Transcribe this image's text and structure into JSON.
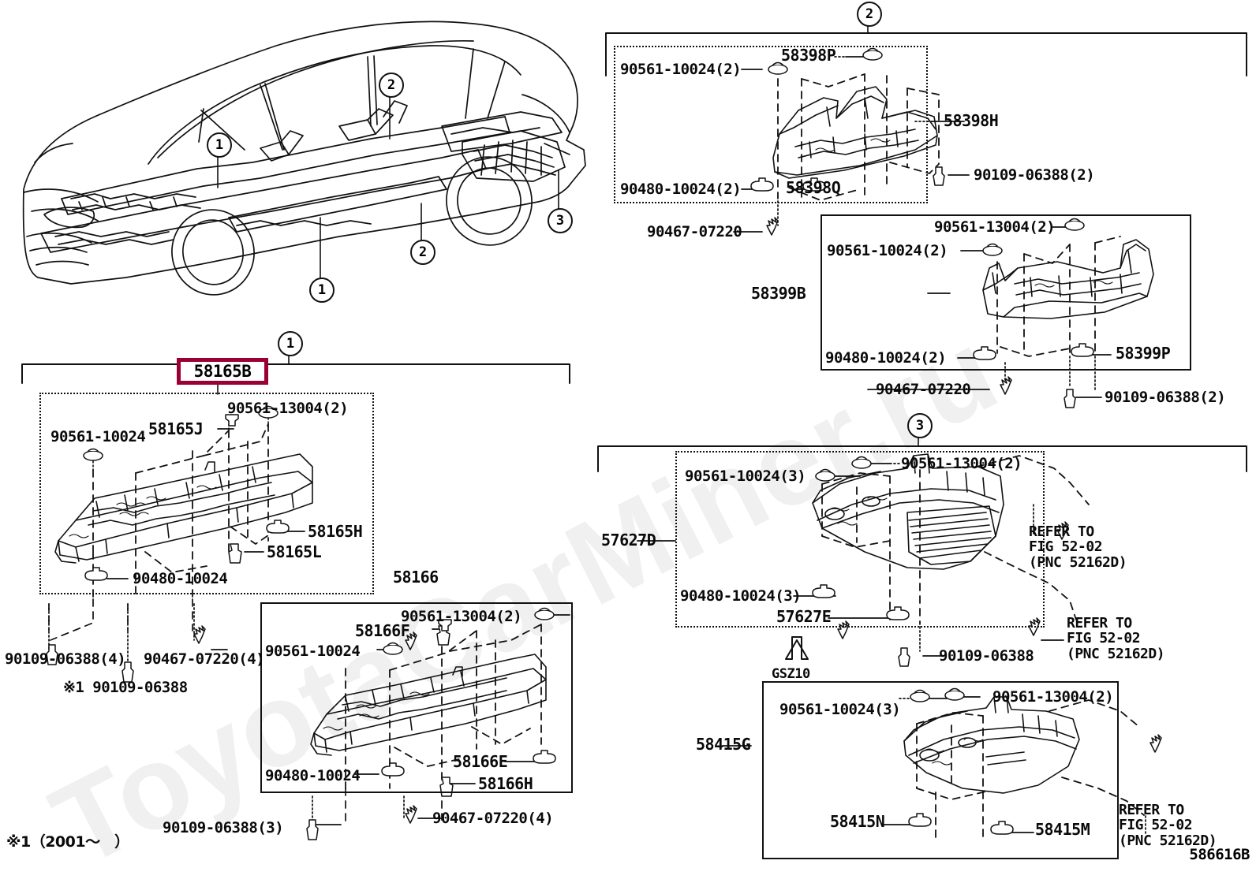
{
  "document": {
    "title": "Toyota/Lexus Parts Catalog - Floor Pan & Underbody Covers",
    "diagram_code": "586616B",
    "watermark": "ToyotaCarMiner.ru",
    "footnote": "※1（2001～　）"
  },
  "vehicle_callouts": [
    {
      "id": "cv-1a",
      "label": "1"
    },
    {
      "id": "cv-1b",
      "label": "1"
    },
    {
      "id": "cv-2a",
      "label": "2"
    },
    {
      "id": "cv-2b",
      "label": "2"
    },
    {
      "id": "cv-3",
      "label": "3"
    }
  ],
  "group1": {
    "callout": "1",
    "highlight": {
      "part_no": "58165B",
      "color": "#9B0034"
    },
    "panel_58165": {
      "labels": [
        {
          "name": "clip-90561-13004",
          "text": "90561-13004(2)"
        },
        {
          "name": "clip-90561-10024",
          "text": "90561-10024"
        },
        {
          "name": "part-58165J",
          "text": "58165J"
        },
        {
          "name": "part-58165H",
          "text": "58165H"
        },
        {
          "name": "part-58165L",
          "text": "58165L"
        },
        {
          "name": "clip-90480-10024",
          "text": "90480-10024"
        }
      ]
    },
    "outside_labels": [
      {
        "name": "bolt-90109-06388-4",
        "text": "90109-06388(4)"
      },
      {
        "name": "clip-90467-07220-4",
        "text": "90467-07220(4)"
      },
      {
        "name": "bolt-90109-06388-note",
        "text": "※1 90109-06388"
      },
      {
        "name": "bolt-90109-06388-3",
        "text": "90109-06388(3)"
      },
      {
        "name": "clip-90467-07220-4b",
        "text": "90467-07220(4)"
      }
    ],
    "panel_58166": {
      "title": "58166",
      "labels": [
        {
          "name": "clip-90561-13004",
          "text": "90561-13004(2)"
        },
        {
          "name": "part-58166F",
          "text": "58166F"
        },
        {
          "name": "clip-90561-10024",
          "text": "90561-10024"
        },
        {
          "name": "part-58166E",
          "text": "58166E"
        },
        {
          "name": "part-58166H",
          "text": "58166H"
        },
        {
          "name": "clip-90480-10024",
          "text": "90480-10024"
        }
      ]
    }
  },
  "group2": {
    "callout": "2",
    "panel_58398": {
      "labels": [
        {
          "name": "clip-90561-10024-2",
          "text": "90561-10024(2)"
        },
        {
          "name": "part-58398P",
          "text": "58398P"
        },
        {
          "name": "part-58398H",
          "text": "58398H"
        },
        {
          "name": "part-58398Q",
          "text": "58398Q"
        },
        {
          "name": "clip-90480-10024-2",
          "text": "90480-10024(2)"
        },
        {
          "name": "bolt-90109-06388-2",
          "text": "90109-06388(2)"
        }
      ]
    },
    "outside_labels": [
      {
        "name": "clip-90467-07220",
        "text": "90467-07220"
      }
    ],
    "panel_58399": {
      "title": "58399B",
      "labels": [
        {
          "name": "clip-90561-13004-2",
          "text": "90561-13004(2)"
        },
        {
          "name": "clip-90561-10024-2",
          "text": "90561-10024(2)"
        },
        {
          "name": "clip-90480-10024-2",
          "text": "90480-10024(2)"
        },
        {
          "name": "part-58399P",
          "text": "58399P"
        }
      ],
      "outside_labels": [
        {
          "name": "clip-90467-07220",
          "text": "90467-07220"
        },
        {
          "name": "bolt-90109-06388-2",
          "text": "90109-06388(2)"
        }
      ]
    }
  },
  "group3": {
    "callout": "3",
    "panel_57627": {
      "title": "57627D",
      "labels": [
        {
          "name": "clip-90561-13004-2",
          "text": "90561-13004(2)"
        },
        {
          "name": "clip-90561-10024-3",
          "text": "90561-10024(3)"
        },
        {
          "name": "clip-90480-10024-3",
          "text": "90480-10024(3)"
        },
        {
          "name": "part-57627E",
          "text": "57627E"
        }
      ],
      "refer_1": "REFER TO\nFIG 52-02\n(PNC 52162D)",
      "refer_2": "REFER TO\nFIG 52-02\n(PNC 52162D)",
      "outside_labels": [
        {
          "name": "bolt-90109-06388",
          "text": "90109-06388"
        }
      ],
      "arrow_label": "GSZ10"
    },
    "panel_58415": {
      "title": "58415G",
      "labels": [
        {
          "name": "clip-90561-13004-2",
          "text": "90561-13004(2)"
        },
        {
          "name": "clip-90561-10024-3",
          "text": "90561-10024(3)"
        },
        {
          "name": "part-58415N",
          "text": "58415N"
        },
        {
          "name": "part-58415M",
          "text": "58415M"
        }
      ],
      "refer_3": "REFER TO\nFIG 52-02\n(PNC 52162D)"
    }
  }
}
